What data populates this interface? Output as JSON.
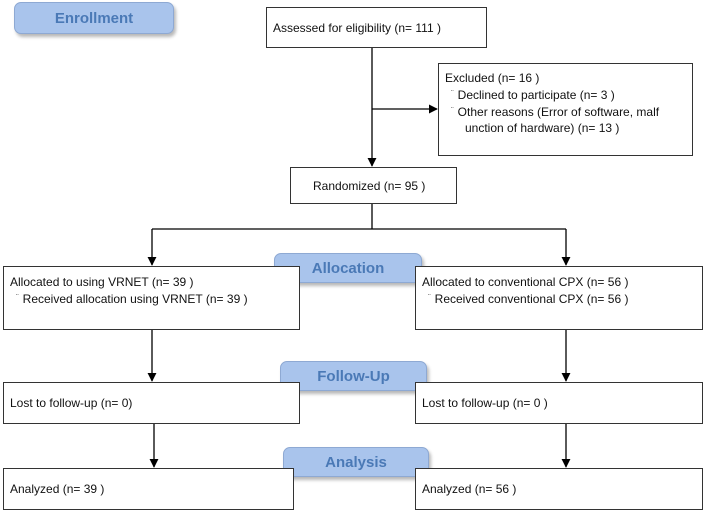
{
  "stages": {
    "enrollment": "Enrollment",
    "allocation": "Allocation",
    "followup": "Follow-Up",
    "analysis": "Analysis"
  },
  "assessed": "Assessed for eligibility (n= 111 )",
  "excluded": {
    "title": "Excluded  (n= 16 )",
    "declined": "Declined to participate (n= 3 )",
    "other_line1": "Other reasons (Error of software, malf",
    "other_line2": "unction of hardware) (n= 13 )"
  },
  "randomized": "Randomized (n= 95 )",
  "left": {
    "allocated": "Allocated to using VRNET (n= 39 )",
    "received": "Received allocation using VRNET (n= 39 )",
    "lost": "Lost to follow-up (n= 0)",
    "analyzed": "Analyzed (n= 39 )"
  },
  "right": {
    "allocated": "Allocated to conventional CPX (n= 56 )",
    "received": "Received conventional CPX (n= 56 )",
    "lost": "Lost to follow-up (n= 0 )",
    "analyzed": "Analyzed (n= 56 )"
  },
  "colors": {
    "pill_fill": "#a9c4ec",
    "pill_text": "#4a79b6",
    "line": "#000000"
  }
}
